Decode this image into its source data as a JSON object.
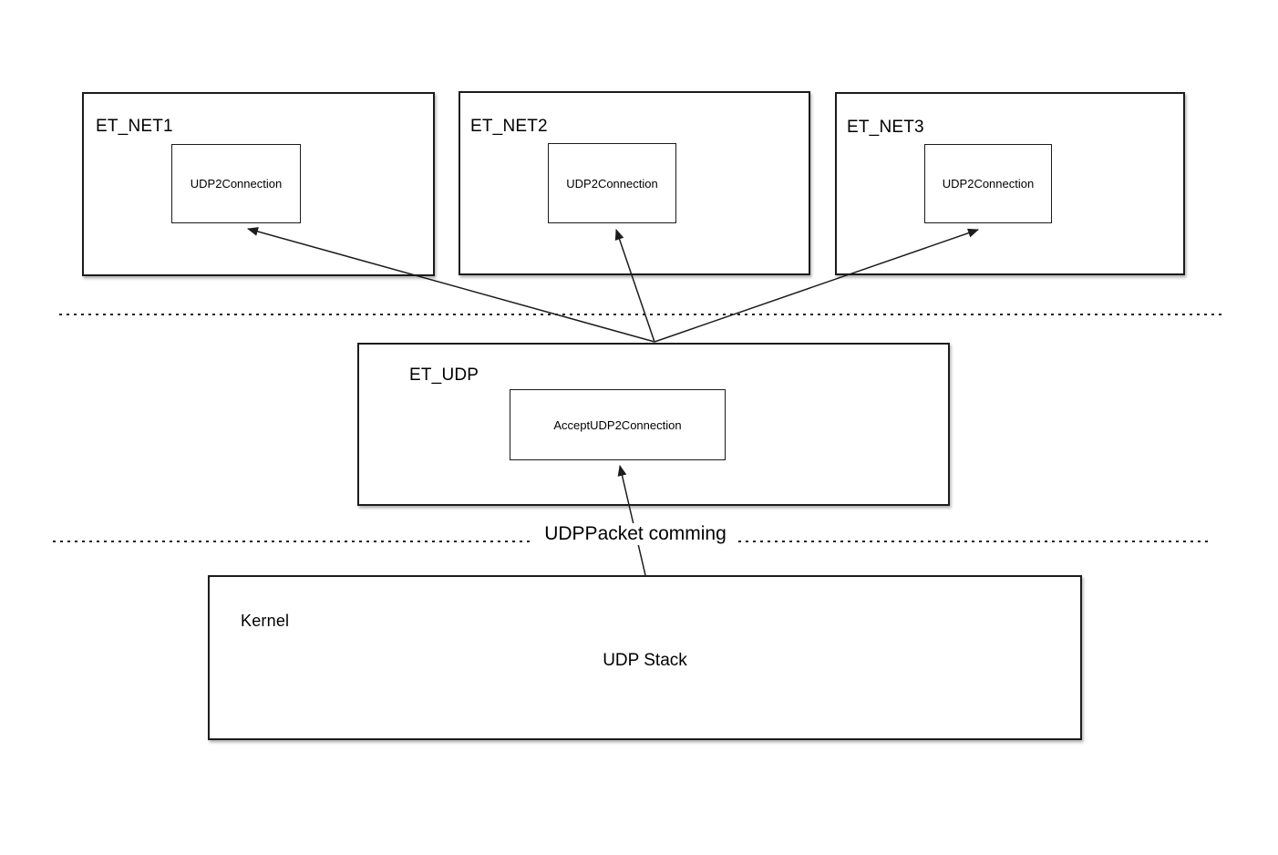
{
  "nodes": {
    "et_net1": {
      "title": "ET_NET1",
      "inner_label": "UDP2Connection"
    },
    "et_net2": {
      "title": "ET_NET2",
      "inner_label": "UDP2Connection"
    },
    "et_net3": {
      "title": "ET_NET3",
      "inner_label": "UDP2Connection"
    },
    "et_udp": {
      "title": "ET_UDP",
      "inner_label": "AcceptUDP2Connection"
    },
    "kernel": {
      "title": "Kernel",
      "inner_label": "UDP Stack"
    }
  },
  "annotations": {
    "packet_event_label": "UDPPacket comming"
  },
  "edges": [
    {
      "from": "kernel.udp_stack",
      "to": "et_udp.accept_udp2connection",
      "label": "UDPPacket comming"
    },
    {
      "from": "et_udp",
      "to": "et_net1.udp2connection",
      "label": ""
    },
    {
      "from": "et_udp",
      "to": "et_net2.udp2connection",
      "label": ""
    },
    {
      "from": "et_udp",
      "to": "et_net3.udp2connection",
      "label": ""
    }
  ],
  "colors": {
    "background": "#ffffff",
    "stroke": "#1c1c1c",
    "text": "#000000"
  }
}
